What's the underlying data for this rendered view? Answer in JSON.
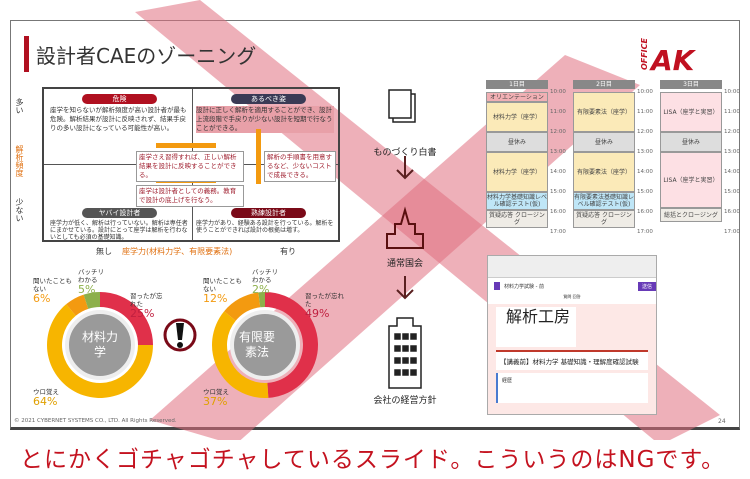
{
  "slide": {
    "title": "設計者CAEのゾーニング",
    "logo": {
      "small": "OFFICE",
      "big": "AK"
    },
    "copyright": "© 2021 CYBERNET SYSTEMS CO., LTD. All Rights Reserved.",
    "page_number": "24"
  },
  "matrix": {
    "y_high": "多い",
    "y_axis": "解析頻度",
    "y_low": "少ない",
    "x_none": "無し",
    "x_axis": "座学力(材料力学、有限要素法)",
    "x_have": "有り",
    "q_danger": {
      "label": "危険",
      "text": "座学を知らないが解析頻度が高い設計者が最も危険。解析結果が設計に反映されず、結果手戻りの多い設計になっている可能性が高い。"
    },
    "q_ideal": {
      "label": "あるべき姿",
      "text": "設計に正しく解析を適用することができ、設計上流段階で手戻りが少ない設計を短期で行なうことができる。"
    },
    "q_yabai": {
      "label": "ヤバイ設計者",
      "text": "座学力が低く、解析は行っていない。解析は専任者にまかせている。設計にとって座学は解析を行わないとしても必須の基礎知識。"
    },
    "q_skilled": {
      "label": "熟練設計者",
      "text": "座学力があり、経験ある設計を行っている。解析を使うことができれば設計の根拠は増す。"
    },
    "note1": "座学さえ習得すれば、正しい解析結果を設計に反映することができる。",
    "note2": "座学は設計者としての義務。教育で設計の底上げを行なう。",
    "note3": "解析の手順書を用意するなど、少ないコストで成長できる。"
  },
  "donuts": [
    {
      "center": "材料力学",
      "segments": [
        {
          "label": "習ったが忘れた",
          "value": 25,
          "color": "#e0304a"
        },
        {
          "label": "ウロ覚え",
          "value": 64,
          "color": "#f7b500"
        },
        {
          "label": "聞いたこともない",
          "value": 6,
          "color": "#f39a10"
        },
        {
          "label": "バッチリわかる",
          "value": 5,
          "color": "#8db04a"
        }
      ]
    },
    {
      "center": "有限要素法",
      "segments": [
        {
          "label": "習ったが忘れた",
          "value": 49,
          "color": "#e0304a"
        },
        {
          "label": "ウロ覚え",
          "value": 37,
          "color": "#f7b500"
        },
        {
          "label": "聞いたこともない",
          "value": 12,
          "color": "#f39a10"
        },
        {
          "label": "バッチリわかる",
          "value": 2,
          "color": "#8db04a"
        }
      ]
    }
  ],
  "flow": [
    "ものづくり白書",
    "通常国会",
    "会社の経営方針"
  ],
  "schedule": {
    "times": [
      "10:00",
      "11:00",
      "12:00",
      "13:00",
      "14:00",
      "15:00",
      "16:00",
      "17:00"
    ],
    "days": [
      {
        "title": "1日目",
        "color": "#fbeab8",
        "blocks": [
          "オリエンテーション",
          "材料力学（座学）",
          "昼休み",
          "材料力学（座学）",
          "材料力学基礎知識レベル確認テスト(仮)",
          "質疑応答 クロージング"
        ]
      },
      {
        "title": "2日目",
        "color": "#fbeab8",
        "blocks": [
          "有限要素法（座学）",
          "昼休み",
          "有限要素法（座学）",
          "有限要素法基礎知識レベル確認テスト(仮)",
          "質疑応答 クロージング"
        ]
      },
      {
        "title": "3日目",
        "color": "#fde0e4",
        "blocks": [
          "LISA（座学と実習）",
          "昼休み",
          "LISA（座学と実習）",
          "総括とクロージング"
        ]
      }
    ]
  },
  "browser": {
    "doc_title": "材料力学試験 - 前",
    "logo_text": "解析工房",
    "tabs": [
      "質問",
      "回答"
    ],
    "send": "送信",
    "form_title": "【講義前】材料力学 基礎知識・理解度確認試験",
    "section": "経歴"
  },
  "caption": "とにかくゴチャゴチャしているスライド。こういうのはNGです。",
  "overlay_color": "#e07080"
}
